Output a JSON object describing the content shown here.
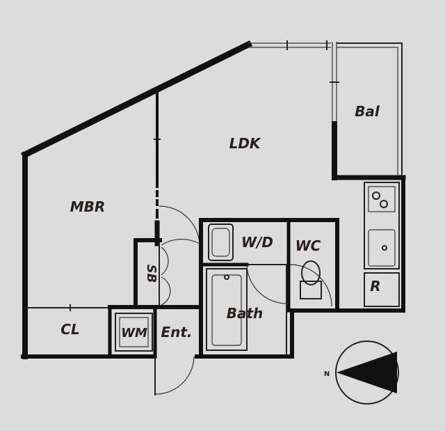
{
  "rooms": {
    "ldk": "LDK",
    "mbr": "MBR",
    "bal": "Bal",
    "wd": "W/D",
    "wc": "WC",
    "sb": "SB",
    "bath": "Bath",
    "cl": "CL",
    "wm": "WM",
    "ent": "Ent.",
    "r": "R"
  },
  "compass": {
    "north": "N"
  },
  "colors": {
    "background": "#dcdcdc",
    "wall": "#111111",
    "label": "#2a2020"
  }
}
